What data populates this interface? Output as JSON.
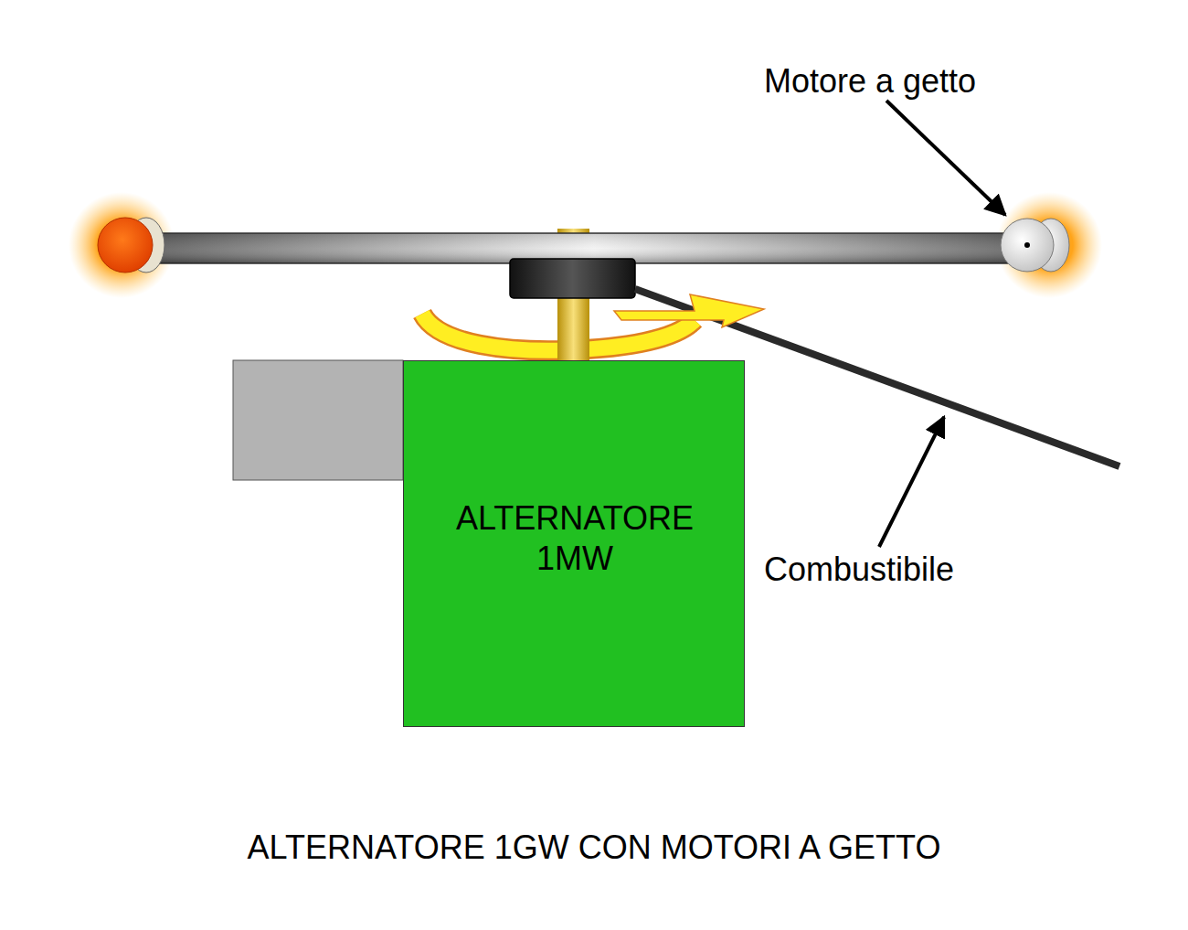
{
  "diagram": {
    "caption": "ALTERNATORE 1GW CON MOTORI A GETTO",
    "nodes": [
      {
        "text": [
          "ALTERNATORE 1MW"
        ]
      }
    ],
    "labels": [
      "Motore a getto",
      "Combustibile"
    ]
  }
}
